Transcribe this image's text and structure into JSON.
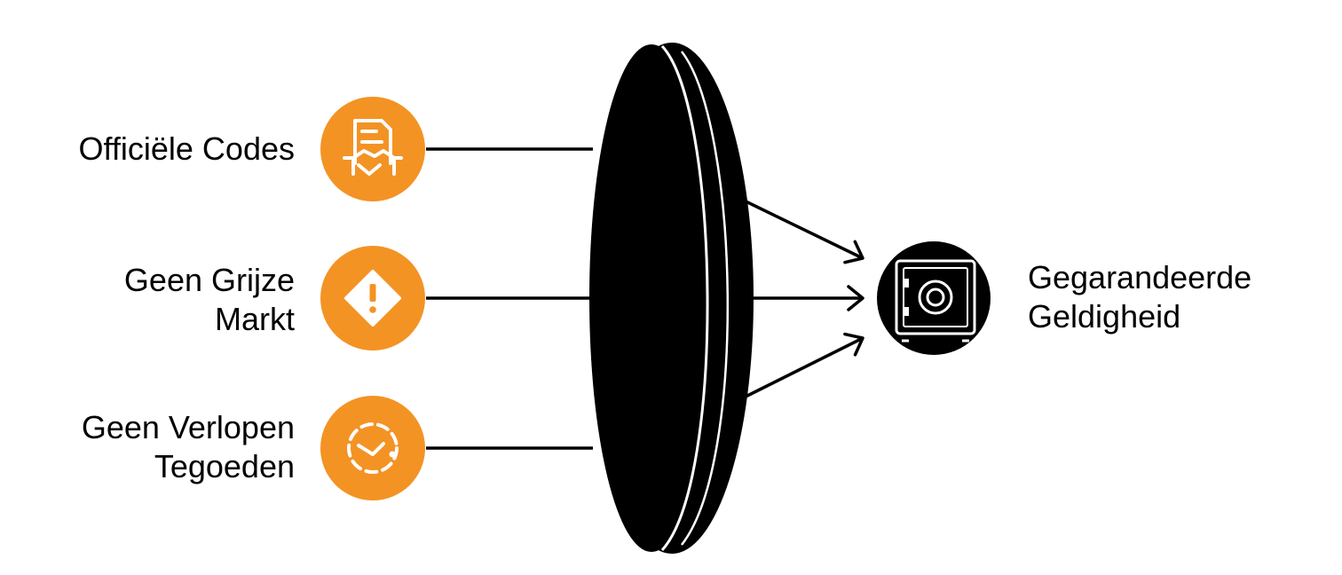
{
  "inputs": [
    {
      "id": "official",
      "lines": [
        "Officiële Codes"
      ],
      "icon": "document-handshake-icon"
    },
    {
      "id": "grey",
      "lines": [
        "Geen Grijze",
        "Markt"
      ],
      "icon": "warning-diamond-icon"
    },
    {
      "id": "expired",
      "lines": [
        "Geen Verlopen",
        "Tegoeden"
      ],
      "icon": "expired-clock-icon"
    }
  ],
  "output": {
    "lines": [
      "Gegarandeerde",
      "Geldigheid"
    ],
    "icon": "safe-icon"
  },
  "colors": {
    "accent": "#F39324",
    "lens": "#000000",
    "text": "#000000",
    "background": "#FFFFFF"
  }
}
